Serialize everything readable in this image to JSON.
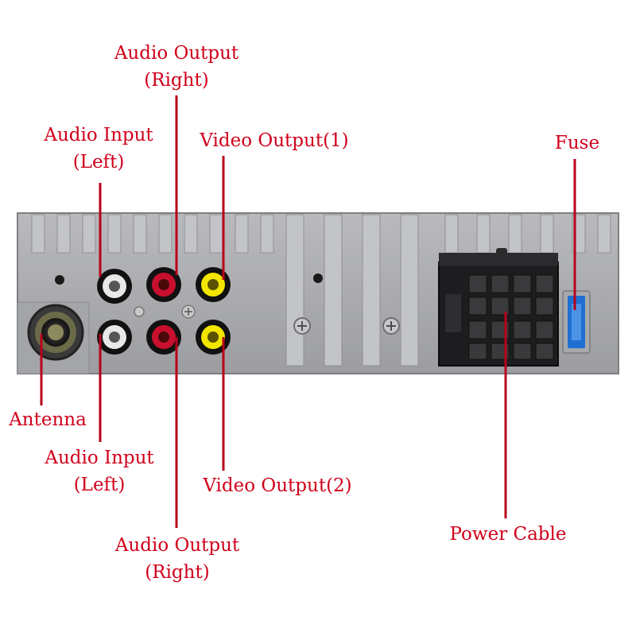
{
  "colors": {
    "label": "#d0001b",
    "leader": "#b8001a",
    "panel": "#a9aaad",
    "panel_dark": "#8a8b8e",
    "connector": "#1d1d1f",
    "rca_red": "#c8102e",
    "rca_white": "#e8e8e8",
    "rca_yellow": "#f2e600",
    "fuse_blue": "#1f6fd1"
  },
  "labels": {
    "audio_output_right_top": {
      "line1": "Audio Output",
      "line2": "(Right)"
    },
    "audio_input_left_top": {
      "line1": "Audio Input",
      "line2": "(Left)"
    },
    "video_output_1": {
      "line1": "Video Output(1)"
    },
    "fuse": {
      "line1": "Fuse"
    },
    "antenna": {
      "line1": "Antenna"
    },
    "audio_input_left_bottom": {
      "line1": "Audio Input",
      "line2": "(Left)"
    },
    "video_output_2": {
      "line1": "Video Output(2)"
    },
    "audio_output_right_bottom": {
      "line1": "Audio Output",
      "line2": "(Right)"
    },
    "power_cable": {
      "line1": "Power Cable"
    }
  },
  "icons": {
    "rca_jack": "rca-jack-icon",
    "antenna_socket": "antenna-socket-icon",
    "iso_connector": "iso-connector-icon",
    "fuse": "fuse-icon",
    "screw": "screw-icon"
  }
}
